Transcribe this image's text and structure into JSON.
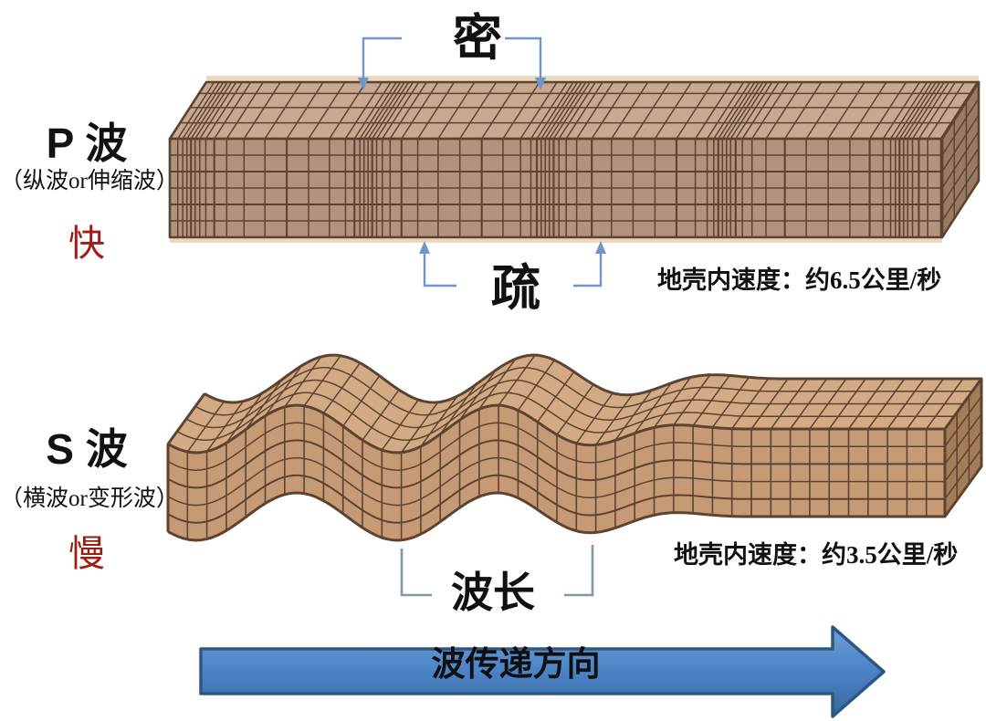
{
  "figure": {
    "p_wave": {
      "title": "P 波",
      "subtitle": "（纵波or伸缩波）",
      "speed_tag": "快",
      "dense_label": "密",
      "sparse_label": "疏",
      "velocity_note": "地壳内速度：约6.5公里/秒"
    },
    "s_wave": {
      "title": "S 波",
      "subtitle": "（横波or变形波）",
      "speed_tag": "慢",
      "wavelength_label": "波长",
      "velocity_note": "地壳内速度：约3.5公里/秒"
    },
    "direction_arrow": {
      "label": "波传递方向"
    },
    "colors": {
      "block_front_p": "#b2937e",
      "block_top_p": "#c6a98f",
      "block_side_p": "#997a62",
      "block_front_s": "#c59a74",
      "block_top_s": "#d2ab85",
      "block_side_s": "#a57c58",
      "grid_line": "#5d4330",
      "edge_cream": "#ead9ba",
      "annotation_blue": "#6e96c8",
      "bracket_gray": "#7f9aab",
      "arrow_top": "#6f9fd6",
      "arrow_mid": "#4a83c6",
      "arrow_bottom": "#38679f",
      "arrow_border": "#2e5880",
      "accent_red": "#9e1c12"
    }
  }
}
